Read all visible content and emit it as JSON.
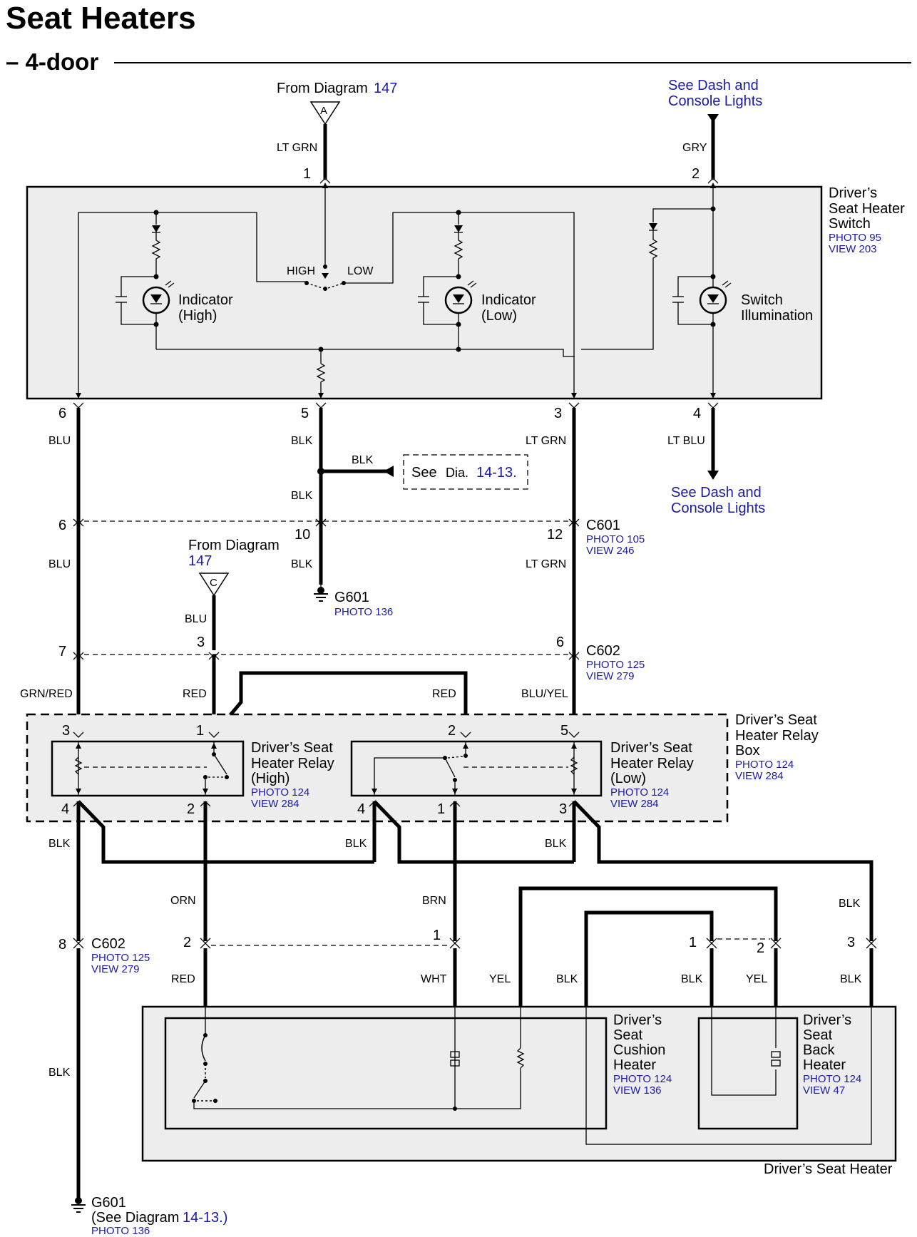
{
  "title": "Seat Heaters",
  "subtitle": "– 4-door",
  "top_left_ref": {
    "text": "From Diagram",
    "num": "147",
    "connector": "A",
    "wire": "LT GRN",
    "pin": "1"
  },
  "top_right_ref": {
    "line1": "See Dash and",
    "line2": "Console Lights",
    "wire": "GRY",
    "pin": "2"
  },
  "switch": {
    "name1": "Driver’s",
    "name2": "Seat Heater",
    "name3": "Switch",
    "photo": "PHOTO 95",
    "view": "VIEW 203",
    "high": "HIGH",
    "low": "LOW",
    "ind_high_1": "Indicator",
    "ind_high_2": "(High)",
    "ind_low_1": "Indicator",
    "ind_low_2": "(Low)",
    "illum_1": "Switch",
    "illum_2": "Illumination"
  },
  "pins_bottom": {
    "p6": "6",
    "p5": "5",
    "p3": "3",
    "p4": "4"
  },
  "wires_mid": {
    "blu": "BLU",
    "blk": "BLK",
    "ltgrn": "LT GRN",
    "ltblu": "LT BLU",
    "blk_branch": "BLK",
    "blk_lower": "BLK"
  },
  "see_dia": {
    "see": "See",
    "dia": "Dia.",
    "num": "14-13."
  },
  "bottom_right_ref": {
    "line1": "See Dash and",
    "line2": "Console Lights"
  },
  "c601": {
    "name": "C601",
    "photo": "PHOTO 105",
    "view": "VIEW 246",
    "pin_left": "6",
    "pin_mid": "10",
    "pin_right": "12",
    "wire_left": "BLU",
    "wire_mid": "BLK",
    "wire_right": "LT GRN"
  },
  "g601_top": {
    "name": "G601",
    "photo": "PHOTO 136"
  },
  "from_c": {
    "text": "From Diagram",
    "num": "147",
    "connector": "C",
    "wire": "BLU"
  },
  "c602_top": {
    "name": "C602",
    "photo": "PHOTO 125",
    "view": "VIEW 279",
    "pin_left": "7",
    "pin_mid": "3",
    "pin_right": "6",
    "wire_left": "GRN/RED",
    "wire_mid": "RED",
    "wire_red2": "RED",
    "wire_right": "BLU/YEL"
  },
  "relay_box": {
    "name1": "Driver’s Seat",
    "name2": "Heater Relay",
    "name3": "Box",
    "photo": "PHOTO 124",
    "view": "VIEW 284"
  },
  "relay_high": {
    "name1": "Driver’s Seat",
    "name2": "Heater Relay",
    "name3": "(High)",
    "photo": "PHOTO 124",
    "view": "VIEW 284",
    "pin3": "3",
    "pin1": "1",
    "pin4": "4",
    "pin2": "2"
  },
  "relay_low": {
    "name1": "Driver’s Seat",
    "name2": "Heater Relay",
    "name3": "(Low)",
    "photo": "PHOTO 124",
    "view": "VIEW 284",
    "pin2": "2",
    "pin5": "5",
    "pin4": "4",
    "pin1": "1",
    "pin3": "3"
  },
  "relay_wires": {
    "blk1": "BLK",
    "blk2": "BLK",
    "blk3": "BLK",
    "orn": "ORN",
    "brn": "BRN",
    "blk4": "BLK"
  },
  "c602_bottom": {
    "name": "C602",
    "photo": "PHOTO 125",
    "view": "VIEW 279",
    "pin8": "8",
    "pin2": "2",
    "pin1": "1",
    "pin_h1": "1",
    "pin_h2": "2",
    "pin_h3": "3"
  },
  "heater_wires": {
    "red": "RED",
    "wht": "WHT",
    "yel": "YEL",
    "blk": "BLK",
    "blk2": "BLK",
    "yel2": "YEL",
    "blk3": "BLK",
    "blk_ground": "BLK"
  },
  "cushion": {
    "name1": "Driver’s",
    "name2": "Seat",
    "name3": "Cushion",
    "name4": "Heater",
    "photo": "PHOTO 124",
    "view": "VIEW 136"
  },
  "back": {
    "name1": "Driver’s",
    "name2": "Seat",
    "name3": "Back",
    "name4": "Heater",
    "photo": "PHOTO 124",
    "view": "VIEW 47"
  },
  "seat_heater_label": "Driver’s Seat Heater",
  "g601_bottom": {
    "name": "G601",
    "see": "(See Diagram",
    "num": "14-13.)",
    "photo": "PHOTO 136"
  }
}
